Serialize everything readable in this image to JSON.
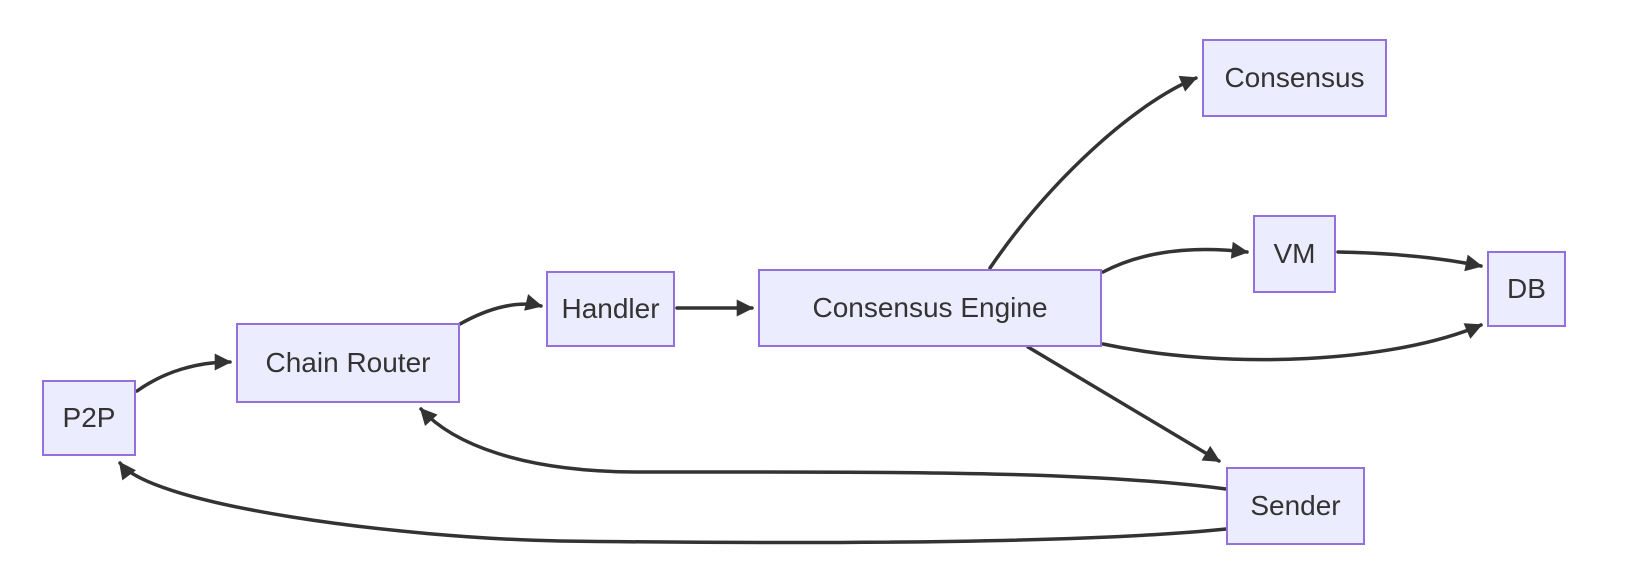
{
  "diagram": {
    "type": "flowchart",
    "direction": "left-to-right",
    "nodes": {
      "p2p": {
        "label": "P2P"
      },
      "chain_router": {
        "label": "Chain Router"
      },
      "handler": {
        "label": "Handler"
      },
      "consensus_engine": {
        "label": "Consensus Engine"
      },
      "consensus": {
        "label": "Consensus"
      },
      "vm": {
        "label": "VM"
      },
      "db": {
        "label": "DB"
      },
      "sender": {
        "label": "Sender"
      }
    },
    "edges": [
      {
        "from": "P2P",
        "to": "Chain Router"
      },
      {
        "from": "Chain Router",
        "to": "Handler"
      },
      {
        "from": "Handler",
        "to": "Consensus Engine"
      },
      {
        "from": "Consensus Engine",
        "to": "Consensus"
      },
      {
        "from": "Consensus Engine",
        "to": "VM"
      },
      {
        "from": "VM",
        "to": "DB"
      },
      {
        "from": "Consensus Engine",
        "to": "DB"
      },
      {
        "from": "Consensus Engine",
        "to": "Sender"
      },
      {
        "from": "Sender",
        "to": "Chain Router"
      },
      {
        "from": "Sender",
        "to": "P2P"
      }
    ],
    "colors": {
      "node_fill": "#ECECFF",
      "node_border": "#9370DB",
      "edge": "#333333",
      "text": "#333333",
      "background": "#FFFFFF"
    }
  }
}
